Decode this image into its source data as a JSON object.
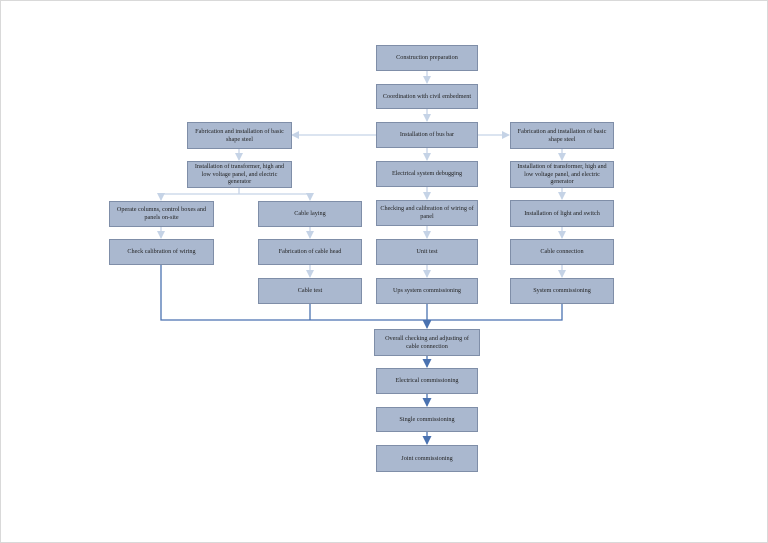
{
  "diagram": {
    "colors": {
      "box_fill": "#aab8cf",
      "box_border": "#7f8ea8",
      "light_arrow": "#c5d3e6",
      "dark_arrow": "#4a72b0"
    },
    "nodes": {
      "construction_preparation": "Construction preparation",
      "coordination_civil": "Coordination with civil embedment",
      "installation_bus_bar": "Installation of bus bar",
      "fab_steel_left": "Fabrication and installation of basic shape steel",
      "fab_steel_right": "Fabrication and installation of basic shape steel",
      "install_transformer_left": "Installation of transformer, high and low voltage panel, and electric generator",
      "install_transformer_right": "Installation of transformer, high and low voltage panel, and electric generator",
      "electrical_system_debugging": "Electrical system debugging",
      "operate_columns": "Operate columns, control boxes and panels on-site",
      "cable_laying": "Cable laying",
      "checking_calibration_panel": "Checking and calibration of wiring of panel",
      "install_light_switch": "Installation of light and switch",
      "check_calibration_wiring": "Check calibration of wiring",
      "fabrication_cable_head": "Fabrication of cable head",
      "unit_test": "Unit test",
      "cable_connection": "Cable connection",
      "cable_test": "Cable test",
      "ups_commissioning": "Ups system commissioning",
      "system_commissioning": "System commissioning",
      "overall_checking": "Overall checking and adjusting of cable connection",
      "electrical_commissioning": "Electrical commissioning",
      "single_commissioning": "Single commissioning",
      "joint_commissioning": "Joint commissioning"
    }
  }
}
